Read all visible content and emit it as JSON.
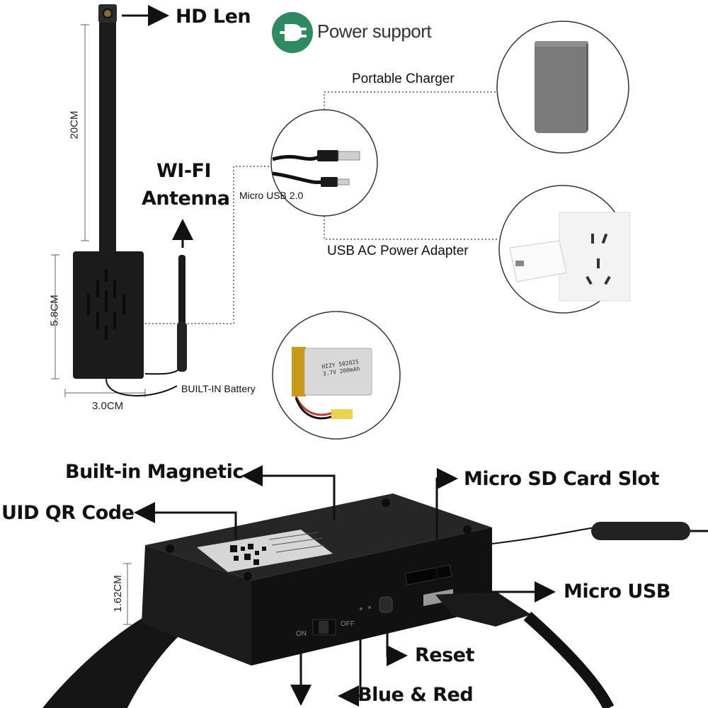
{
  "top": {
    "hd_len": "HD Len",
    "power_support": "Power support",
    "wifi_antenna_line1": "WI-FI",
    "wifi_antenna_line2": "Antenna",
    "portable_charger": "Portable Charger",
    "micro_usb_20": "Micro USB 2.0",
    "usb_ac_adapter": "USB AC Power Adapter",
    "built_in_battery": "BUILT-IN Battery",
    "dim_cable": "20CM",
    "dim_height": "5.8CM",
    "dim_width": "3.0CM",
    "battery_print_1": "HIZY 502025",
    "battery_print_2": "3.7V 200mAh"
  },
  "bottom": {
    "built_in_magnetic": "Built-in Magnetic",
    "uid_qr_code": "UID QR Code",
    "micro_sd_slot": "Micro SD Card Slot",
    "micro_usb": "Micro USB",
    "reset": "Reset",
    "blue_red": "Blue & Red",
    "dim_thickness": "1.62CM"
  },
  "colors": {
    "power_icon_bg": "#2e8b61",
    "charger_body": "#7a7a7a",
    "device_body": "#1a1a1a"
  },
  "icons": [
    "arrow-icon",
    "plug-icon"
  ]
}
